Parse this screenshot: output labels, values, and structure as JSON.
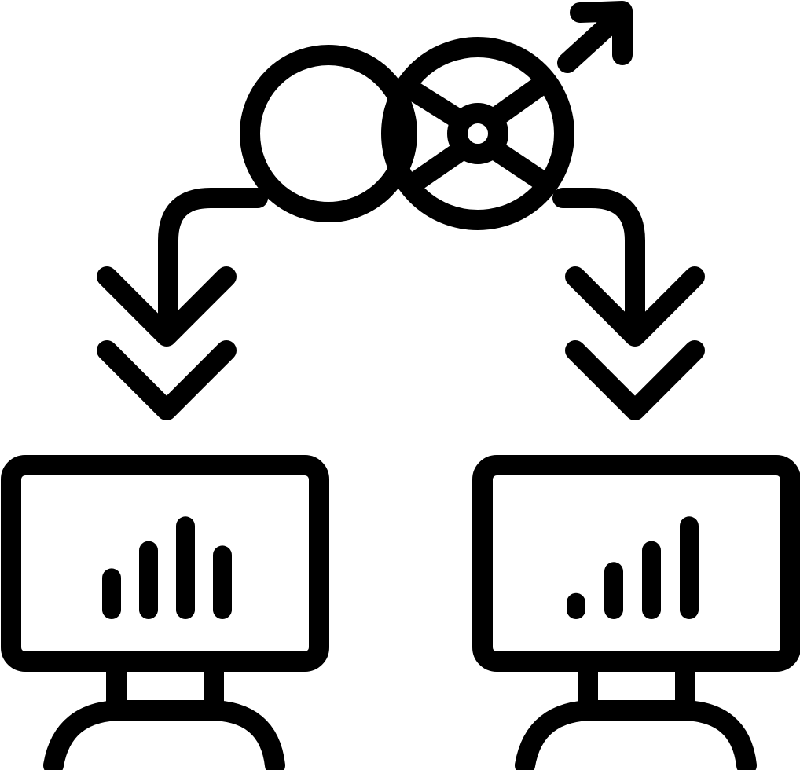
{
  "illustration": {
    "colors": {
      "stroke": "#000000",
      "background": "#ffffff"
    },
    "icons": {
      "venus": "venus-icon",
      "mars": "mars-icon",
      "left_chevrons": "double-chevron-down-icon",
      "right_chevrons": "double-chevron-down-icon",
      "left_monitor": "monitor-bar-chart-icon",
      "right_monitor": "monitor-signal-bars-icon"
    },
    "left_monitor": {
      "bar_levels": [
        0.35,
        0.65,
        0.92,
        0.6
      ]
    },
    "right_monitor": {
      "bar_levels": [
        0.08,
        0.42,
        0.65,
        0.92
      ]
    }
  }
}
